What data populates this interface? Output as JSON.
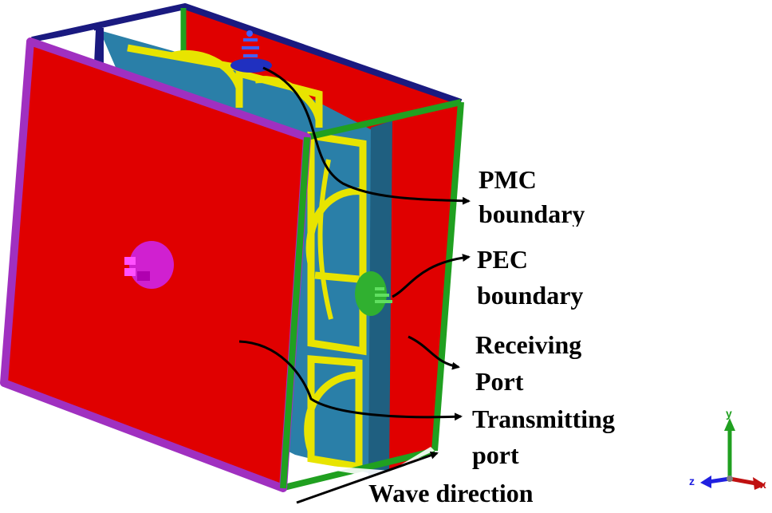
{
  "labels": {
    "pmc_line1": "PMC",
    "pmc_line2": "boundary",
    "pec_line1": "PEC",
    "pec_line2": "boundary",
    "receiving_line1": "Receiving",
    "receiving_line2": "Port",
    "transmitting_line1": "Transmitting",
    "transmitting_line2": "port",
    "wave_direction": "Wave direction"
  },
  "axes": {
    "x": "x",
    "y": "y",
    "z": "z"
  },
  "colors": {
    "boundary_red": "#e00000",
    "frame_purple": "#a030c0",
    "frame_green": "#20a020",
    "frame_navy": "#1a1a80",
    "substrate_blue": "#2a7fa8",
    "substrate_dark": "#1f5f80",
    "metal_yellow": "#e8e400",
    "port_magenta": "#d020d0",
    "port_green": "#30b030",
    "port_blue": "#2030c0",
    "axis_x": "#e02020",
    "axis_y": "#20a020",
    "axis_z": "#2020e0"
  }
}
